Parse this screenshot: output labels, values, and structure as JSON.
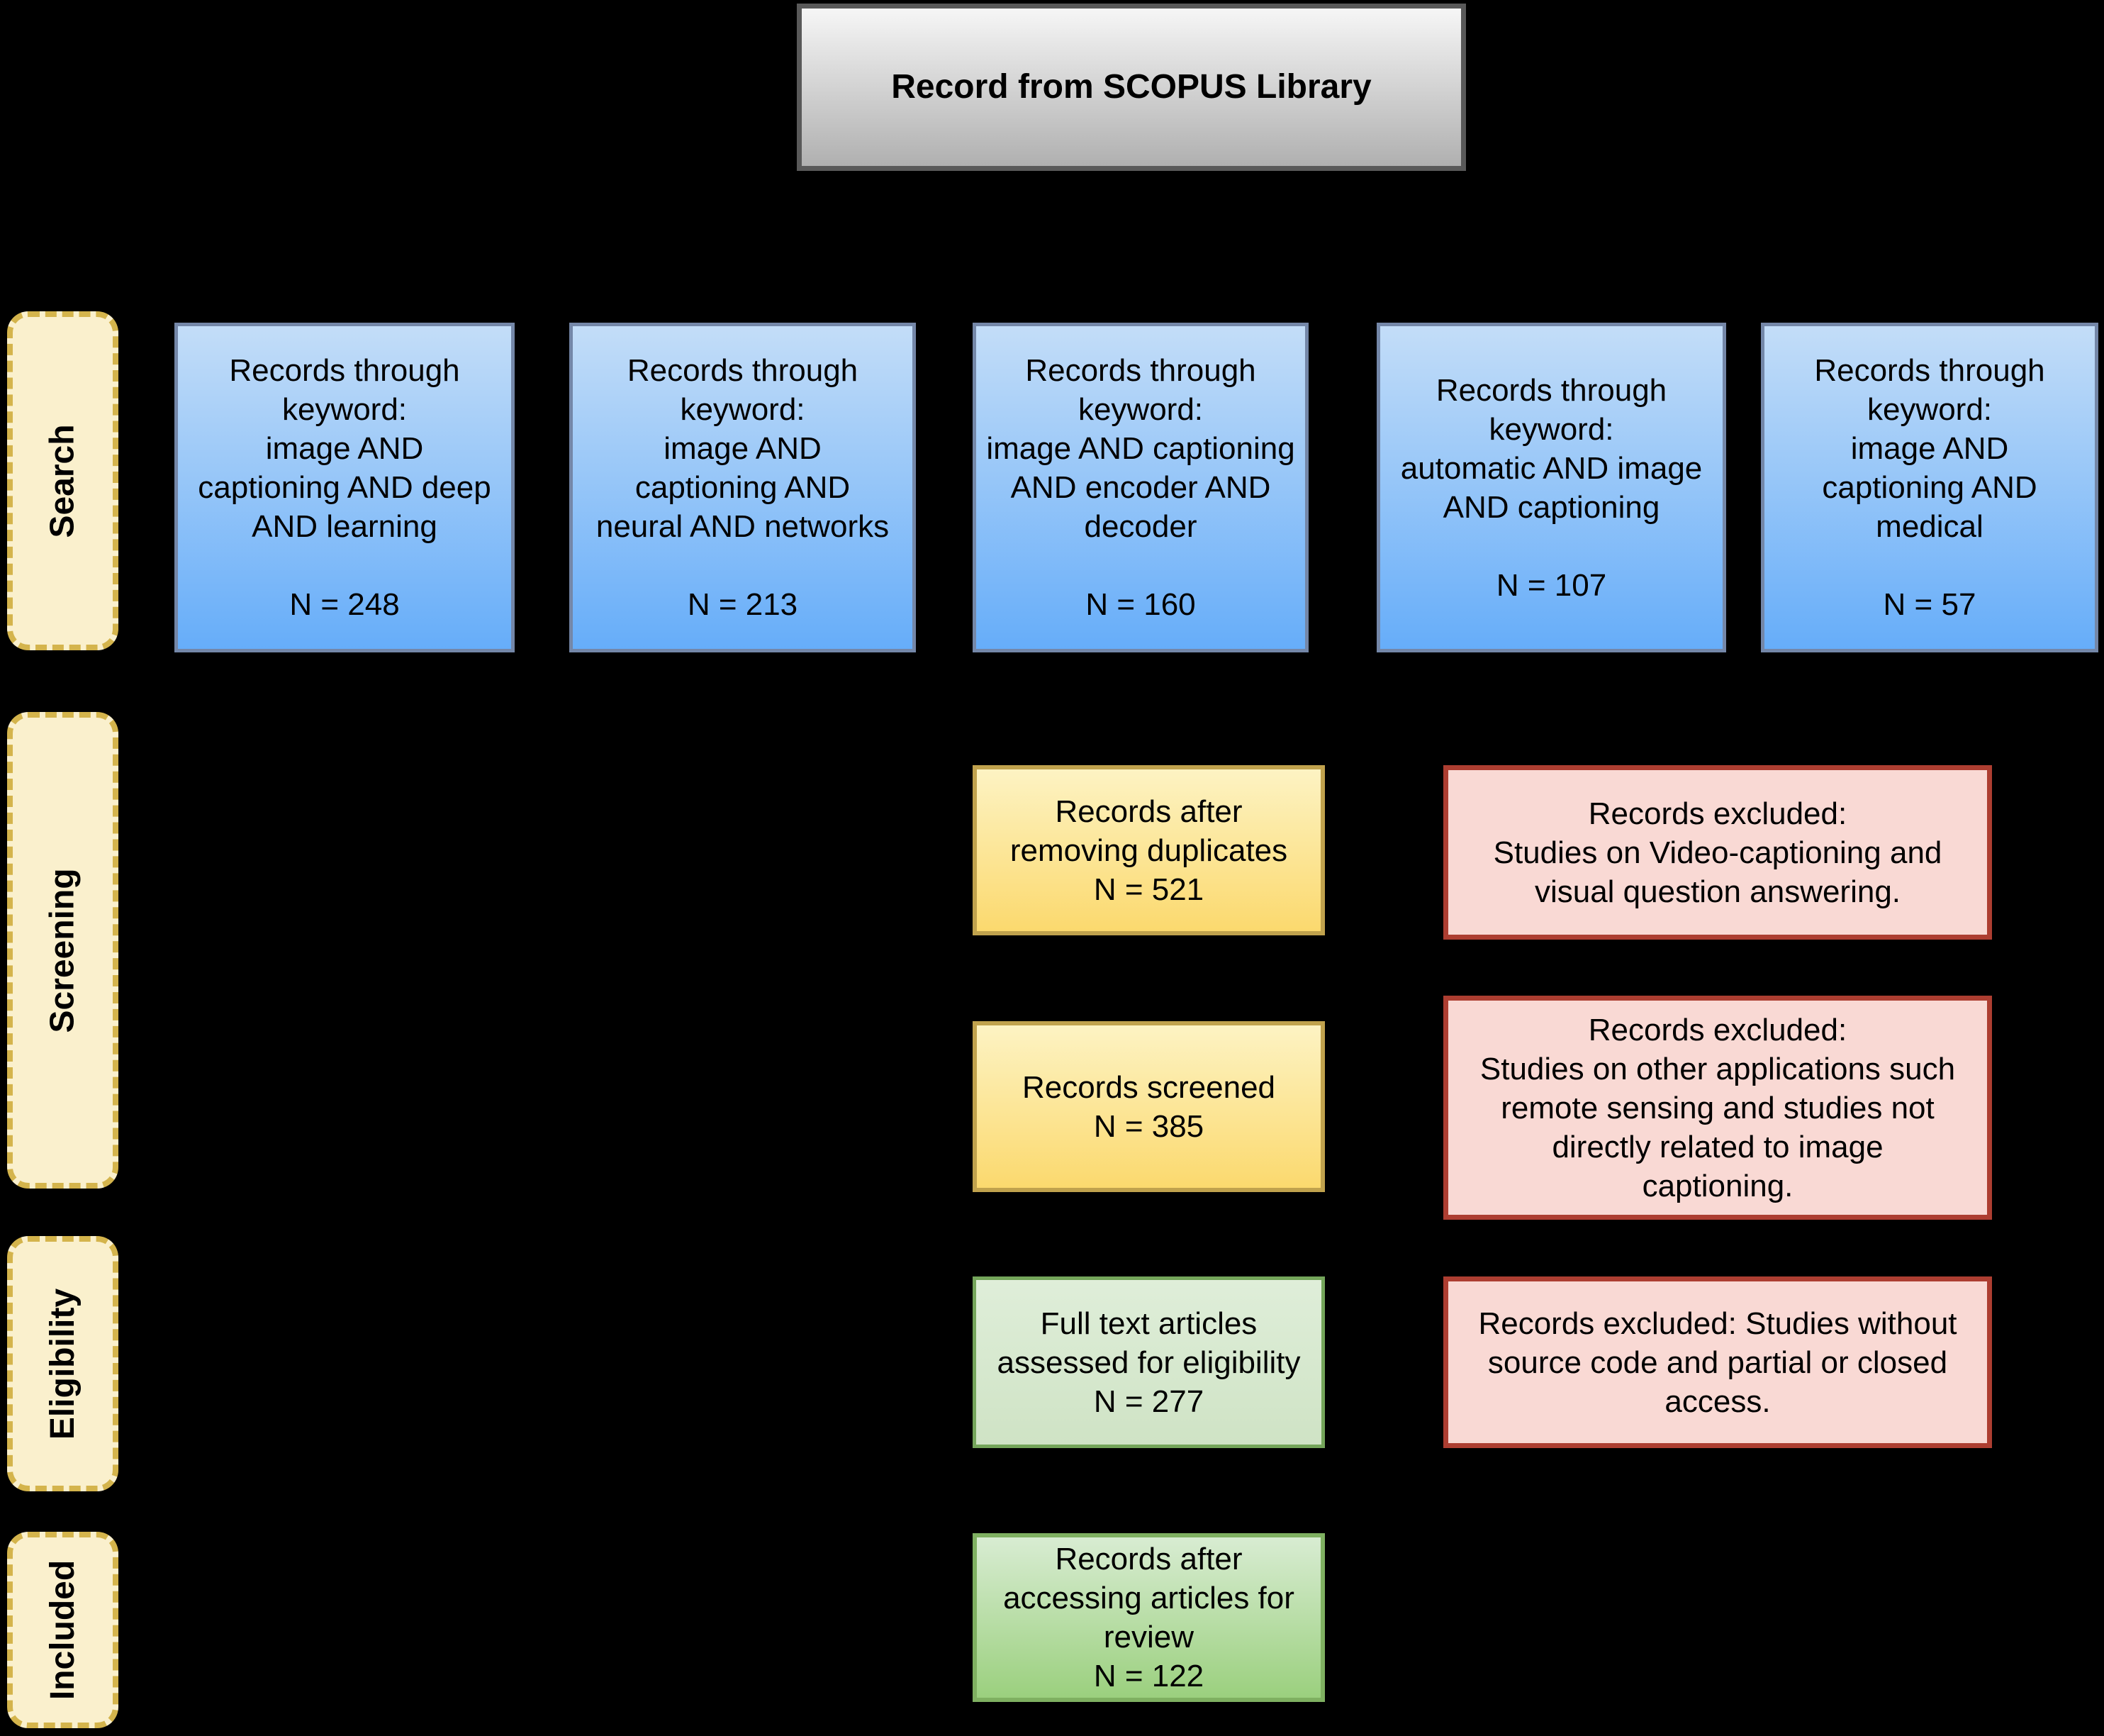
{
  "palette": {
    "bg": "#000000",
    "gray_top": "#f6f6f6",
    "gray_bottom": "#b0b0b0",
    "gray_border": "#595959",
    "blue_top": "#c3ddf8",
    "blue_bottom": "#66adf9",
    "blue_border": "#7487a8",
    "yellow_top": "#fdf3c3",
    "yellow_bottom": "#fbd96e",
    "yellow_border": "#c0a24d",
    "pink_fill": "#f9d9d4",
    "pink_border": "#ad3e31",
    "green_light_top": "#dfeed9",
    "green_light_bottom": "#cfe3c5",
    "green_light_border": "#74a55a",
    "green_top": "#d8ecd2",
    "green_bottom": "#9bd07e",
    "green_border": "#7fb061",
    "label_fill": "#faf0cd",
    "label_border": "#d4b44c",
    "text": "#000000"
  },
  "title": {
    "text": "Record from SCOPUS Library"
  },
  "stages": [
    {
      "label": "Search"
    },
    {
      "label": "Screening"
    },
    {
      "label": "Eligibility"
    },
    {
      "label": "Included"
    }
  ],
  "search_row": [
    {
      "n": 248,
      "keyword": "image AND captioning AND deep AND learning",
      "text": "Records through\nkeyword:\nimage AND\ncaptioning AND deep\nAND learning\n\nN = 248"
    },
    {
      "n": 213,
      "keyword": "image AND captioning AND neural AND networks",
      "text": "Records through\nkeyword:\nimage AND\ncaptioning AND\nneural AND networks\n\nN = 213"
    },
    {
      "n": 160,
      "keyword": "image AND captioning AND encoder AND decoder",
      "text": "Records through\nkeyword:\nimage AND captioning\nAND encoder AND\ndecoder\n\nN = 160"
    },
    {
      "n": 107,
      "keyword": "automatic AND image AND captioning",
      "text": "Records through\nkeyword:\nautomatic AND image\nAND captioning\n\nN = 107"
    },
    {
      "n": 57,
      "keyword": "image AND captioning AND medical",
      "text": "Records through\nkeyword:\nimage AND\ncaptioning AND\nmedical\n\nN = 57"
    }
  ],
  "process_column": [
    {
      "n": 521,
      "text": "Records after\nremoving duplicates\nN = 521"
    },
    {
      "n": 385,
      "text": "Records screened\nN = 385"
    },
    {
      "n": 277,
      "text": "Full text articles\nassessed for eligibility\nN = 277"
    },
    {
      "n": 122,
      "text": "Records after\naccessing articles for\nreview\nN = 122"
    }
  ],
  "excluded_column": [
    {
      "text": "Records excluded:\nStudies on Video-captioning and\nvisual question answering."
    },
    {
      "text": "Records excluded:\nStudies on other applications such\nremote sensing and studies not\ndirectly related to image\ncaptioning."
    },
    {
      "text": "Records excluded: Studies without\nsource code and partial or closed\naccess."
    }
  ]
}
